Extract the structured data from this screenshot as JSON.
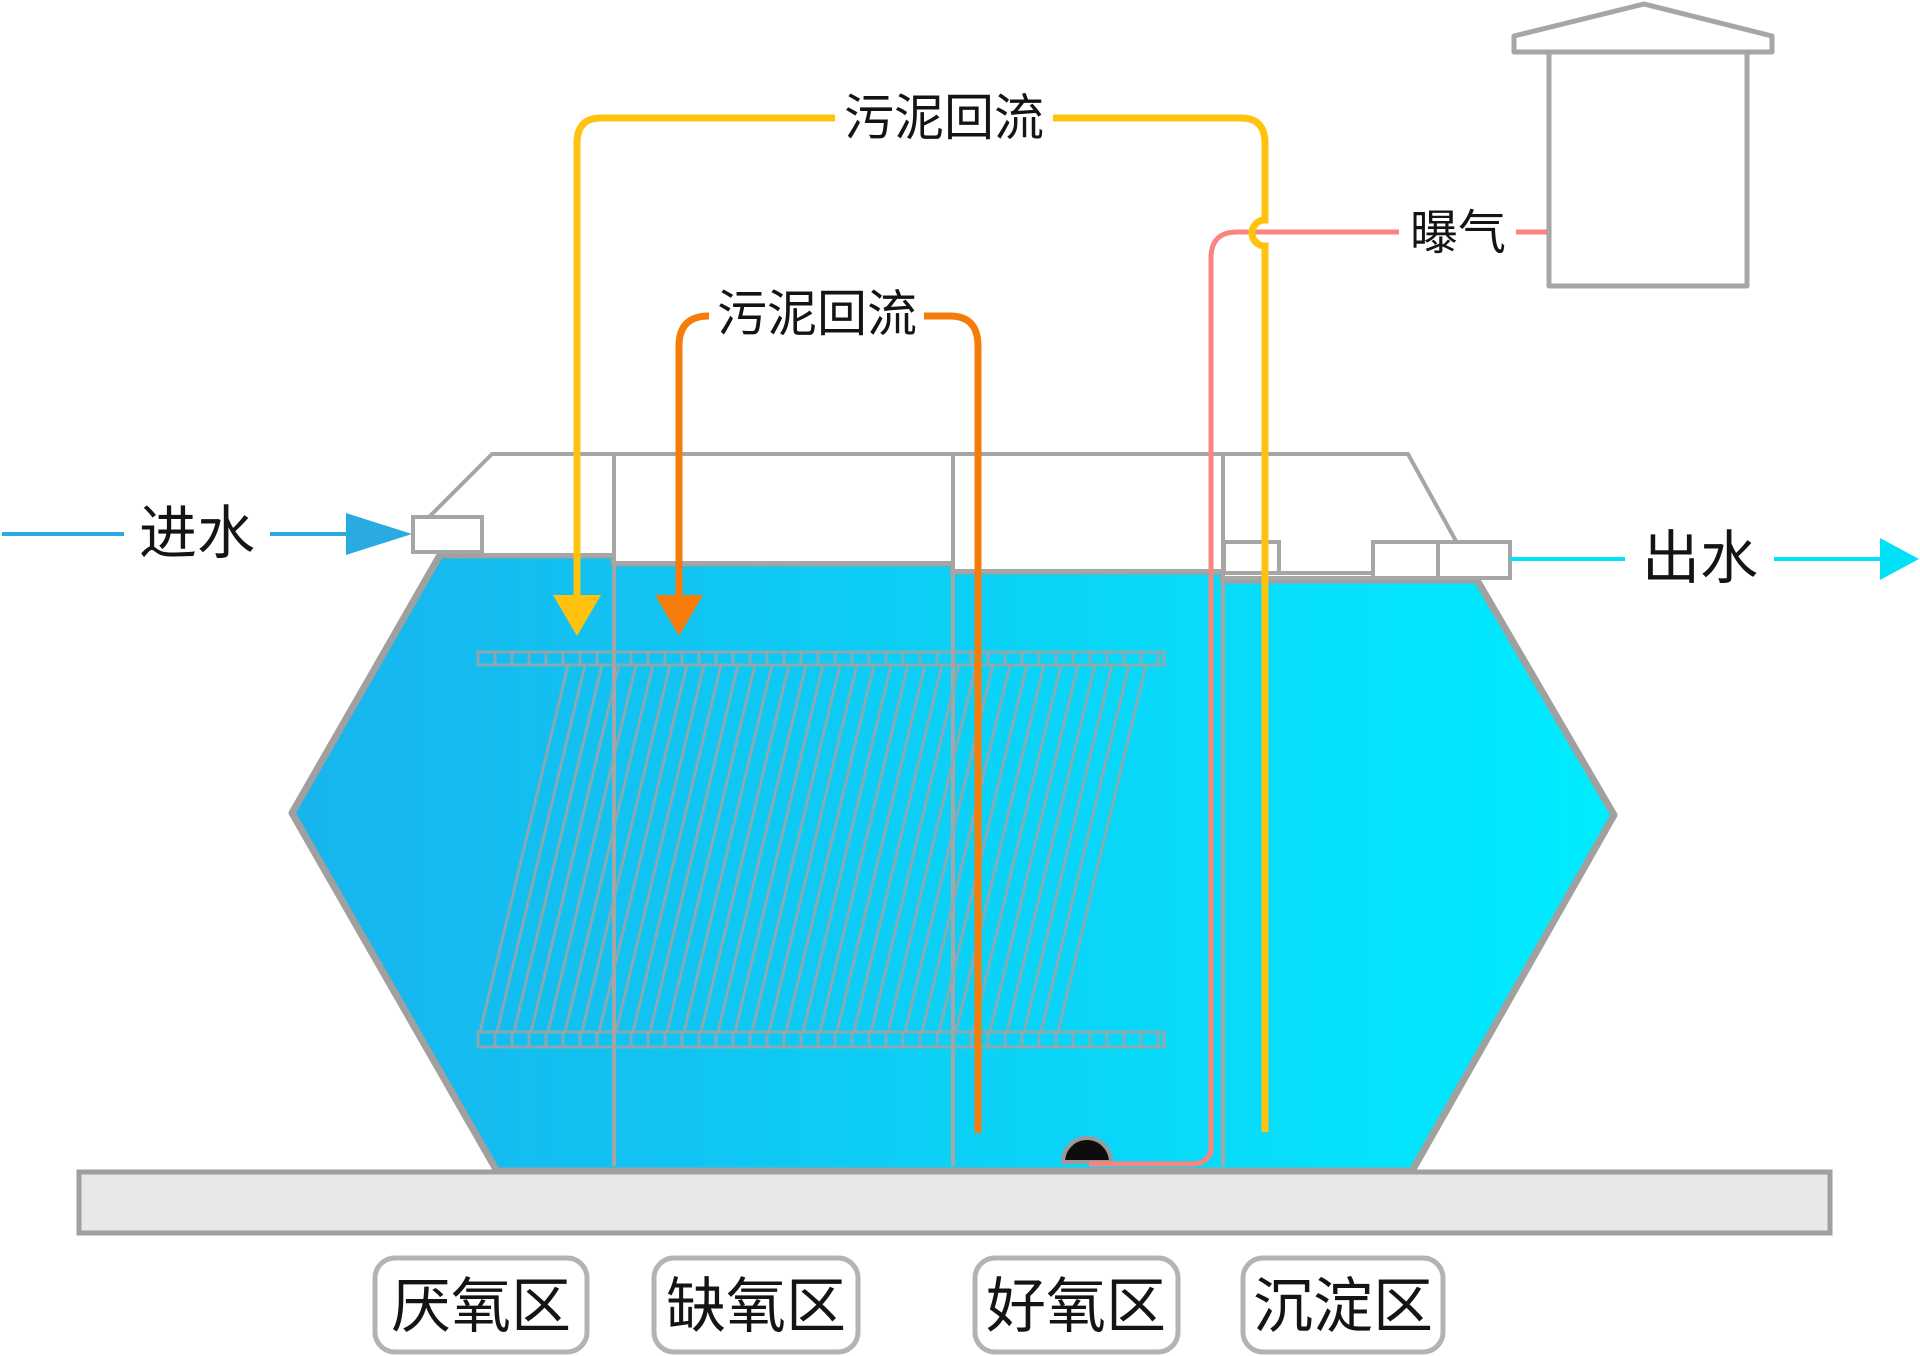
{
  "labels": {
    "influent": "进水",
    "effluent": "出水",
    "sludge_return_outer": "污泥回流",
    "sludge_return_inner": "污泥回流",
    "aeration": "曝气"
  },
  "zones": [
    {
      "label": "厌氧区"
    },
    {
      "label": "缺氧区"
    },
    {
      "label": "好氧区"
    },
    {
      "label": "沉淀区"
    }
  ],
  "colors": {
    "influent_blue": "#29ABE2",
    "effluent_cyan": "#00E1F8",
    "sludge_outer_yellow": "#FFC20E",
    "sludge_inner_orange": "#F57C0B",
    "aeration_red": "#F9857E",
    "water_left": "#17B4EE",
    "water_right": "#00ECFF",
    "outline_gray": "#A6A6A6",
    "aerator_black": "#0D0D0D"
  }
}
